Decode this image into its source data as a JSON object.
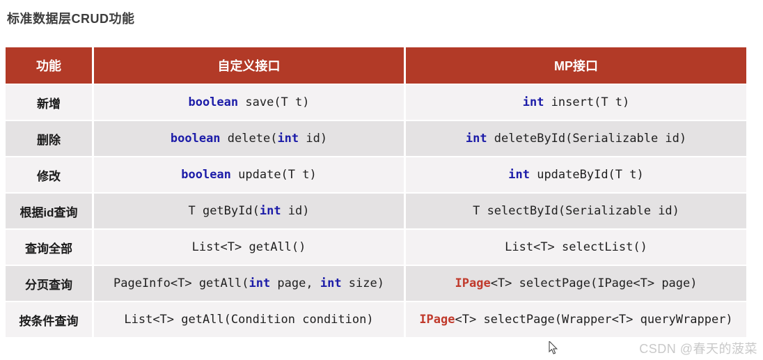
{
  "page_title": "标准数据层CRUD功能",
  "colors": {
    "header_bg": "#b23a27",
    "row_light": "#f4f2f3",
    "row_dark": "#e4e2e3",
    "keyword_blue": "#1c1ca8",
    "type_red": "#c0392b",
    "title_text": "#3d3d3d",
    "watermark_gray": "#c9c9c9"
  },
  "table": {
    "headers": [
      "功能",
      "自定义接口",
      "MP接口"
    ],
    "rows": [
      {
        "feature": "新增",
        "custom": [
          {
            "t": "boolean",
            "s": "kw"
          },
          {
            "t": " save(T t)",
            "s": "plain"
          }
        ],
        "mp": [
          {
            "t": "int",
            "s": "kw"
          },
          {
            "t": " insert(T t)",
            "s": "plain"
          }
        ]
      },
      {
        "feature": "删除",
        "custom": [
          {
            "t": "boolean",
            "s": "kw"
          },
          {
            "t": " delete(",
            "s": "plain"
          },
          {
            "t": "int",
            "s": "kw"
          },
          {
            "t": " id)",
            "s": "plain"
          }
        ],
        "mp": [
          {
            "t": "int",
            "s": "kw"
          },
          {
            "t": " deleteById(Serializable id)",
            "s": "plain"
          }
        ]
      },
      {
        "feature": "修改",
        "custom": [
          {
            "t": "boolean",
            "s": "kw"
          },
          {
            "t": " update(T t)",
            "s": "plain"
          }
        ],
        "mp": [
          {
            "t": "int",
            "s": "kw"
          },
          {
            "t": " updateById(T t)",
            "s": "plain"
          }
        ]
      },
      {
        "feature": "根据id查询",
        "custom": [
          {
            "t": "T getById(",
            "s": "plain"
          },
          {
            "t": "int",
            "s": "kw"
          },
          {
            "t": " id)",
            "s": "plain"
          }
        ],
        "mp": [
          {
            "t": "T selectById(Serializable id)",
            "s": "plain"
          }
        ]
      },
      {
        "feature": "查询全部",
        "custom": [
          {
            "t": "List<T> getAll()",
            "s": "plain"
          }
        ],
        "mp": [
          {
            "t": "List<T> selectList()",
            "s": "plain"
          }
        ]
      },
      {
        "feature": "分页查询",
        "custom": [
          {
            "t": "PageInfo<T> getAll(",
            "s": "plain"
          },
          {
            "t": "int",
            "s": "kw"
          },
          {
            "t": " page, ",
            "s": "plain"
          },
          {
            "t": "int",
            "s": "kw"
          },
          {
            "t": " size)",
            "s": "plain"
          }
        ],
        "mp": [
          {
            "t": "IPage",
            "s": "red"
          },
          {
            "t": "<T> selectPage(IPage<T> page)",
            "s": "plain"
          }
        ]
      },
      {
        "feature": "按条件查询",
        "custom": [
          {
            "t": "List<T> getAll(Condition condition)",
            "s": "plain"
          }
        ],
        "mp": [
          {
            "t": "IPage",
            "s": "red"
          },
          {
            "t": "<T> selectPage(Wrapper<T> queryWrapper)",
            "s": "plain"
          }
        ]
      }
    ]
  },
  "watermark": "CSDN @春天的菠菜"
}
